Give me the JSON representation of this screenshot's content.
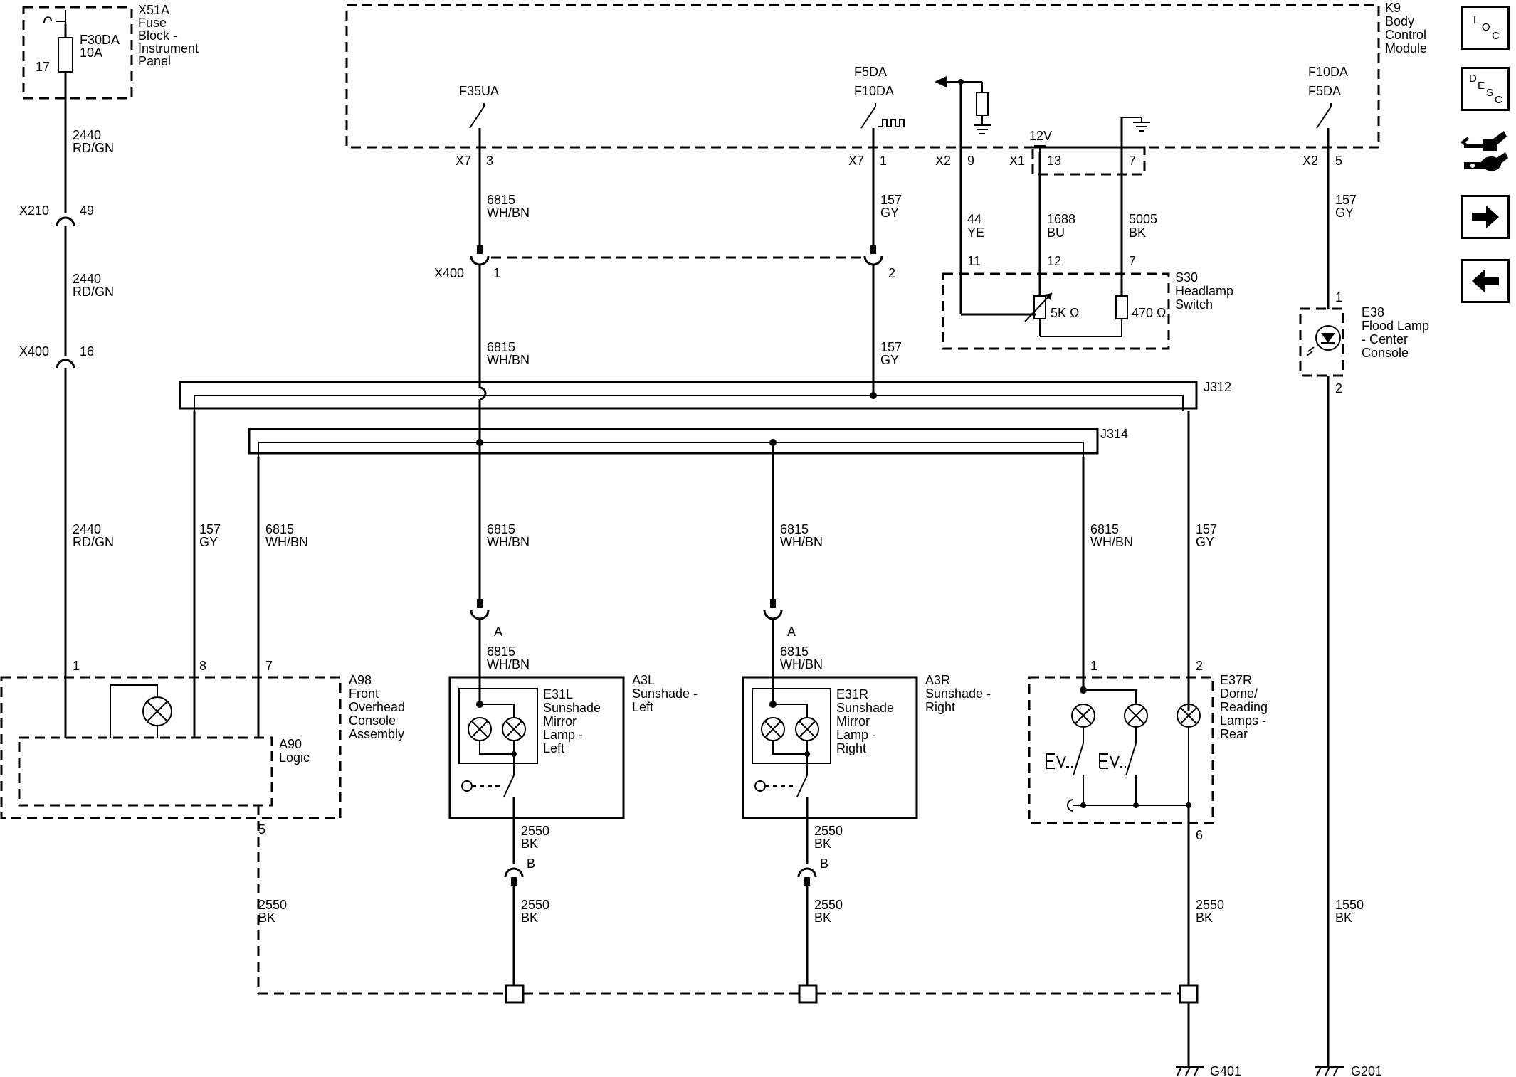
{
  "components": {
    "fuse_block": {
      "id": "X51A",
      "desc": [
        "Fuse",
        "Block -",
        "Instrument",
        "Panel"
      ],
      "fuse": "F30DA",
      "rating": "10A",
      "pin": "17"
    },
    "bcm": {
      "id": "K9",
      "desc": [
        "Body",
        "Control",
        "Module"
      ],
      "out1": "F35UA",
      "out2a": "F5DA",
      "out2b": "F10DA",
      "out3a": "F10DA",
      "out3b": "F5DA",
      "supply": "12V"
    },
    "headlamp_switch": {
      "id": "S30",
      "desc": [
        "Headlamp",
        "Switch"
      ],
      "r1": "5K Ω",
      "r2": "470 Ω"
    },
    "flood_lamp": {
      "id": "E38",
      "desc": [
        "Flood Lamp",
        "- Center",
        "Console"
      ]
    },
    "overhead_console": {
      "id": "A98",
      "desc": [
        "Front",
        "Overhead",
        "Console",
        "Assembly"
      ],
      "logic_id": "A90",
      "logic_desc": "Logic"
    },
    "sunshade_left": {
      "id": "A3L",
      "desc": [
        "Sunshade -",
        "Left"
      ],
      "lamp_id": "E31L",
      "lamp_desc": [
        "Sunshade",
        "Mirror",
        "Lamp -",
        "Left"
      ]
    },
    "sunshade_right": {
      "id": "A3R",
      "desc": [
        "Sunshade -",
        "Right"
      ],
      "lamp_id": "E31R",
      "lamp_desc": [
        "Sunshade",
        "Mirror",
        "Lamp -",
        "Right"
      ]
    },
    "dome_lamps": {
      "id": "E37R",
      "desc": [
        "Dome/",
        "Reading",
        "Lamps -",
        "Rear"
      ]
    },
    "splice1": "J312",
    "splice2": "J314",
    "grounds": [
      "G401",
      "G201"
    ]
  },
  "connectors": {
    "x7": "X7",
    "x2": "X2",
    "x1": "X1",
    "x210": "X210",
    "x400": "X400",
    "p3": "3",
    "p1": "1",
    "p9": "9",
    "p13": "13",
    "p7": "7",
    "p5": "5",
    "p49": "49",
    "p16": "16",
    "p2": "2",
    "p11": "11",
    "p12": "12",
    "p8": "8",
    "p6": "6",
    "pA": "A",
    "pB": "B"
  },
  "wires": {
    "w2440": [
      "2440",
      "RD/GN"
    ],
    "w6815": [
      "6815",
      "WH/BN"
    ],
    "w157": [
      "157",
      "GY"
    ],
    "w44": [
      "44",
      "YE"
    ],
    "w1688": [
      "1688",
      "BU"
    ],
    "w5005": [
      "5005",
      "BK"
    ],
    "w2550": [
      "2550",
      "BK"
    ],
    "w1550": [
      "1550",
      "BK"
    ]
  },
  "nav": {
    "loc": [
      "L",
      "O",
      "C"
    ],
    "desc": [
      "D",
      "E",
      "S",
      "C"
    ]
  }
}
